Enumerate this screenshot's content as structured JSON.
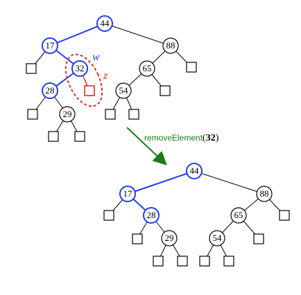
{
  "top_tree": {
    "nodes": [
      "44",
      "17",
      "88",
      "32",
      "65",
      "28",
      "54",
      "29"
    ],
    "removed_marker_w": "w",
    "removed_marker_z": "z"
  },
  "operation": {
    "name": "removeElement",
    "argument": "32",
    "open_paren": "(",
    "close_paren": ")"
  },
  "bottom_tree": {
    "nodes": [
      "44",
      "17",
      "88",
      "28",
      "65",
      "29",
      "54"
    ]
  },
  "colors": {
    "highlight": "#1e3cf0",
    "normal": "#000000",
    "removed": "#e0302a",
    "arrow": "#1a7a1a"
  }
}
